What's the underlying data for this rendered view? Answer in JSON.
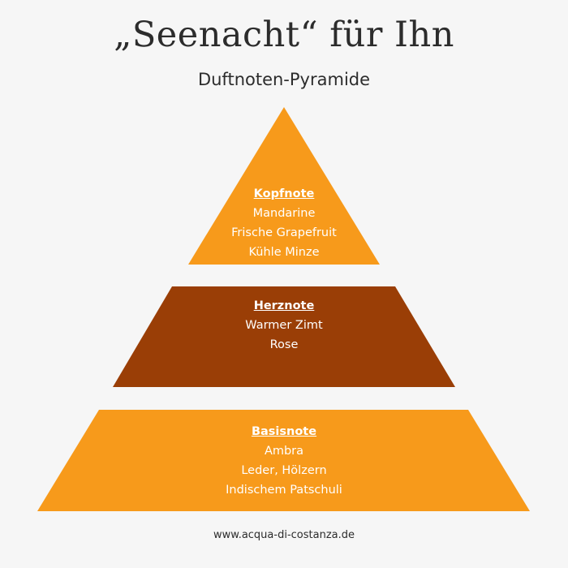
{
  "title": "„Seenacht“ für Ihn",
  "subtitle": "Duftnoten-Pyramide",
  "colors": {
    "background": "#f6f6f6",
    "tier_light": "#f79a1b",
    "tier_dark": "#9a3e06",
    "text_dark": "#2c2c2c",
    "text_light": "#ffffff"
  },
  "tiers": [
    {
      "heading": "Kopfnote",
      "notes": [
        "Mandarine",
        "Frische Grapefruit",
        "Kühle Minze"
      ],
      "color": "#f79a1b"
    },
    {
      "heading": "Herznote",
      "notes": [
        "Warmer Zimt",
        "Rose"
      ],
      "color": "#9a3e06"
    },
    {
      "heading": "Basisnote",
      "notes": [
        "Ambra",
        "Leder, Hölzern",
        "Indischem Patschuli"
      ],
      "color": "#f79a1b"
    }
  ],
  "footer": "www.acqua-di-costanza.de"
}
